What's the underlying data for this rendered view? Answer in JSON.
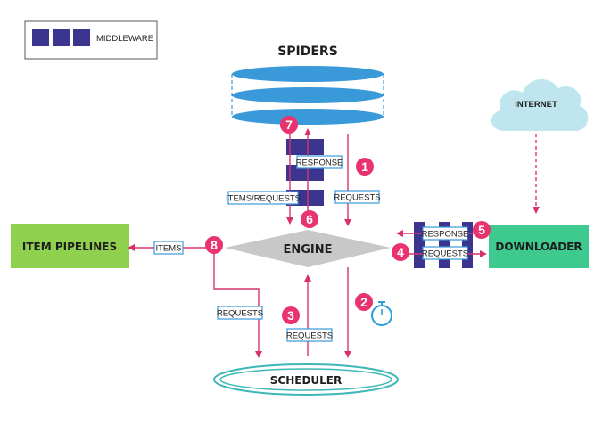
{
  "legend": {
    "label": "MIDDLEWARE"
  },
  "nodes": {
    "spiders": "SPIDERS",
    "engine": "ENGINE",
    "scheduler": "SCHEDULER",
    "downloader": "DOWNLOADER",
    "item_pipelines": "ITEM PIPELINES",
    "internet": "INTERNET"
  },
  "labels": {
    "response_spider": "RESPONSE",
    "items_requests": "ITEMS/REQUESTS",
    "requests_spider": "REQUESTS",
    "items": "ITEMS",
    "response_downloader": "RESPONSE",
    "requests_downloader": "REQUESTS",
    "requests_pipeline": "REQUESTS",
    "requests_scheduler": "REQUESTS"
  },
  "steps": [
    "1",
    "2",
    "3",
    "4",
    "5",
    "6",
    "7",
    "8"
  ],
  "colors": {
    "middleware": "#3b3590",
    "arrow": "#d6336c",
    "step_badge": "#e8336e",
    "label_border": "#3a9ad9",
    "disk": "#3a9ad9",
    "engine": "#c8c8c8",
    "downloader": "#3ec98e",
    "item_pipelines": "#8fd14f",
    "internet": "#bfe6ef",
    "scheduler": "#3fb7b7",
    "timer": "#2a9ed8"
  }
}
